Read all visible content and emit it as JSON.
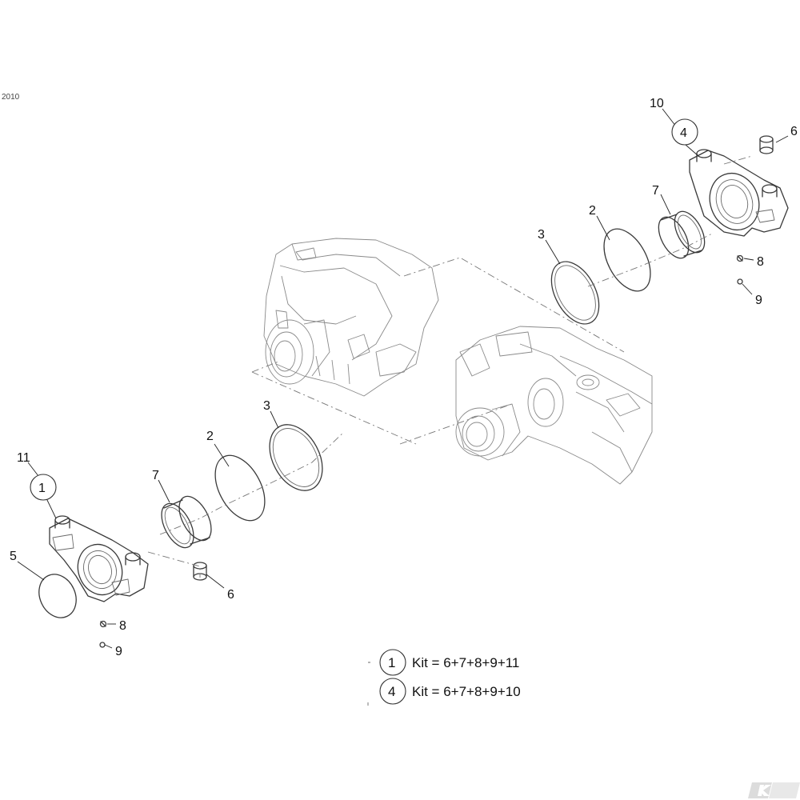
{
  "corner_text": "2010",
  "callouts": {
    "left": {
      "n11": "11",
      "kit1": "1",
      "n5": "5",
      "n7": "7",
      "n2": "2",
      "n3": "3",
      "n6": "6",
      "n8": "8",
      "n9": "9"
    },
    "right": {
      "n10": "10",
      "kit4": "4",
      "n6": "6",
      "n7": "7",
      "n2": "2",
      "n3": "3",
      "n8": "8",
      "n9": "9"
    }
  },
  "legend": [
    {
      "id": "1",
      "text": "Kit = 6+7+8+9+11"
    },
    {
      "id": "4",
      "text": "Kit = 6+7+8+9+10"
    }
  ],
  "logo": "K"
}
